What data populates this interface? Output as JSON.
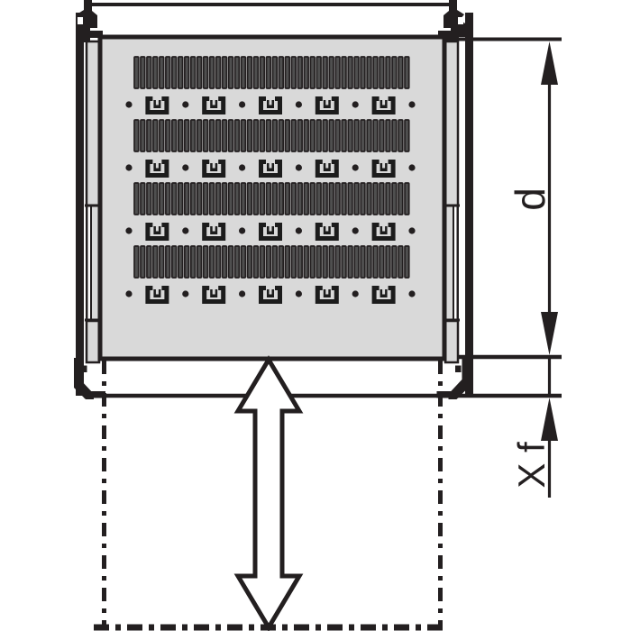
{
  "drawing": {
    "kind": "rack-sliding-shelf-top-view",
    "dim_d_label": "d",
    "dim_xf_label": "X f",
    "shelf": {
      "vent_rows": 4,
      "slots_per_row": 44,
      "clip_rows": 4,
      "clips_per_row": 5,
      "holes_per_row": 6
    },
    "icons": {
      "slide_arrow": "double-headed-vertical-arrow"
    },
    "colors": {
      "line": "#231f20",
      "panel": "#d9d9d9",
      "slot_fill": "#4f4f4f",
      "background": "#ffffff"
    }
  }
}
